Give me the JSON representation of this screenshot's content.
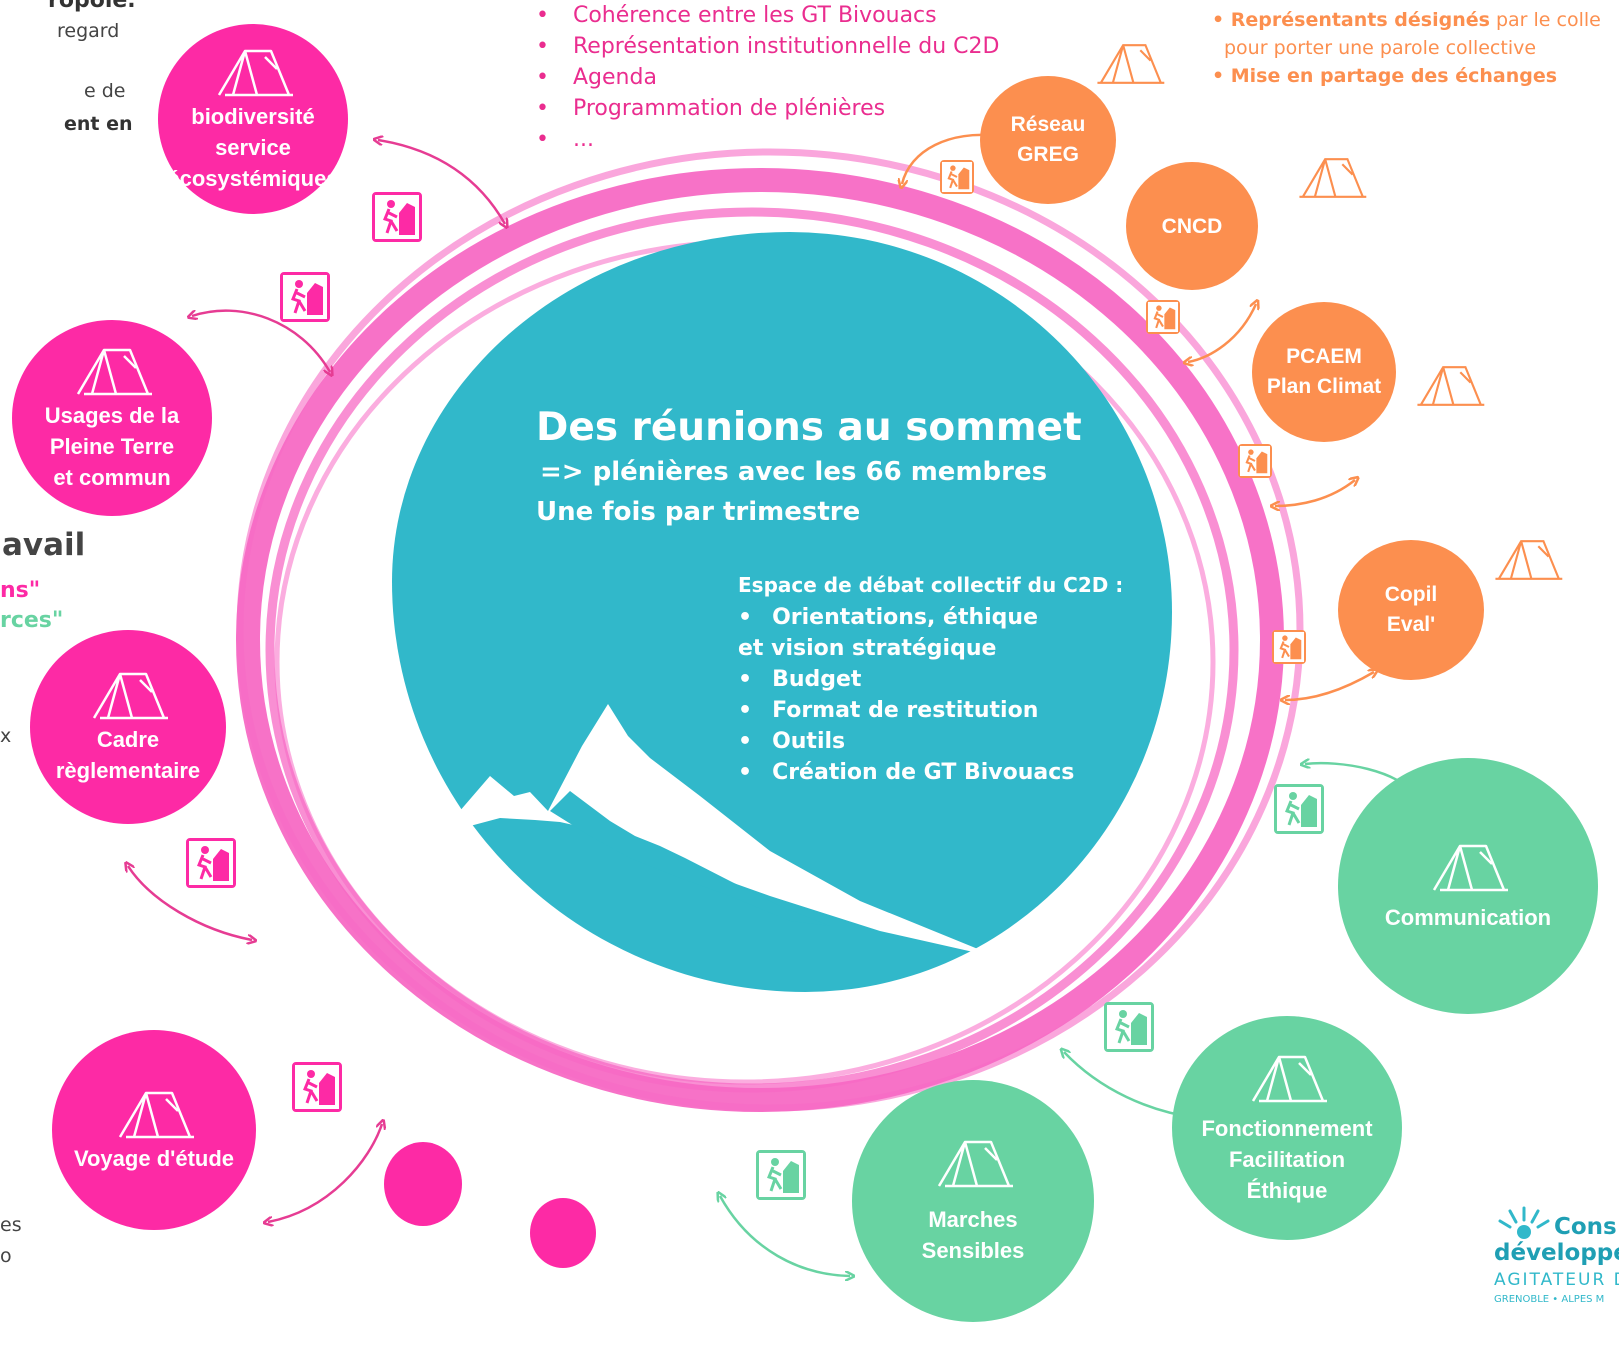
{
  "top_list": [
    "Cohérence entre les GT Bivouacs",
    "Représentation institutionnelle du C2D",
    "Agenda",
    "Programmation de plénières",
    "..."
  ],
  "top_right": {
    "line1_bold": "• Représentants désignés",
    "line1_rest": " par le colle",
    "line2": "pour porter une parole collective",
    "line3": "• Mise en partage des échanges"
  },
  "left_edge": {
    "t1": "ropole.",
    "t2": "regard",
    "t3": "e de",
    "t4": "ent en",
    "t5": "avail",
    "t6": "ns\"",
    "t7": "rces\"",
    "t8": "x",
    "t9": "es",
    "t10": "o"
  },
  "center": {
    "title": "Des réunions au sommet",
    "sub1": "=> plénières avec les 66 membres",
    "sub2": "Une fois par trimestre",
    "debate_title": "Espace de débat collectif du C2D :",
    "debate_items": [
      "Orientations, éthique",
      "et vision stratégique",
      "Budget",
      "Format de restitution",
      "Outils",
      "Création de GT Bivouacs"
    ]
  },
  "circles": {
    "biodiversite": [
      "biodiversité",
      "service",
      "écosystémiques"
    ],
    "usages": [
      "Usages de la",
      "Pleine Terre",
      "et commun"
    ],
    "cadre": [
      "Cadre",
      "règlementaire"
    ],
    "voyage": [
      "Voyage d'étude"
    ],
    "reseau": [
      "Réseau",
      "GREG"
    ],
    "cncd": [
      "CNCD"
    ],
    "pcaem": [
      "PCAEM",
      "Plan Climat"
    ],
    "copil": [
      "Copil",
      "Eval'"
    ],
    "communication": [
      "Communication"
    ],
    "fonctionnement": [
      "Fonctionnement",
      "Facilitation",
      "Éthique"
    ],
    "marches": [
      "Marches",
      "Sensibles"
    ]
  },
  "logo": {
    "line1": "Cons",
    "line2": "développe",
    "line3": "AGITATEUR D",
    "line4": "GRENOBLE • ALPES M"
  },
  "colors": {
    "pink": "#fd2aa5",
    "orange": "#fc8f4f",
    "green": "#68d3a2",
    "teal": "#31b8ca",
    "ring": "#f76ac4"
  }
}
